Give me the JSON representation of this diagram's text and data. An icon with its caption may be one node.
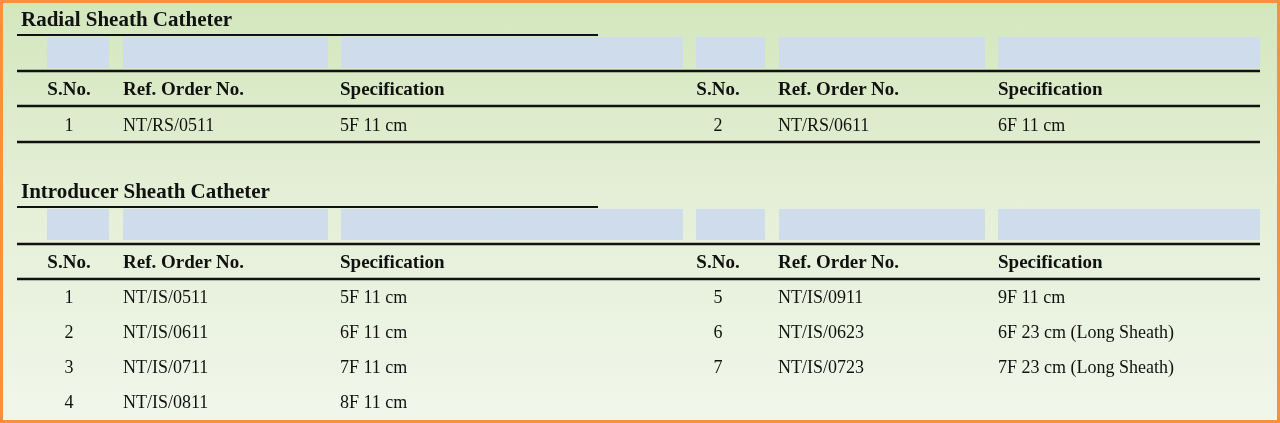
{
  "diagram": {
    "labels": [
      "Radial Sheath Catheter",
      "S.No.",
      "Ref. Order No.",
      "Specification",
      "S.No.",
      "Ref. Order No.",
      "Specification",
      "1",
      "NT/RS/0511",
      "5F 11 cm",
      "2",
      "NT/RS/0611",
      "6F 11 cm",
      "Introducer Sheath Catheter",
      "S.No.",
      "Ref. Order No.",
      "Specification",
      "S.No.",
      "Ref. Order No.",
      "Specification",
      "1",
      "NT/IS/0511",
      "5F 11 cm",
      "5",
      "NT/IS/0911",
      "9F 11 cm",
      "2",
      "NT/IS/0611",
      "6F 11 cm",
      "6",
      "NT/IS/0623",
      "6F 23 cm (Long Sheath)",
      "3",
      "NT/IS/0711",
      "7F 11 cm",
      "7",
      "NT/IS/0723",
      "7F 23 cm (Long Sheath)",
      "4",
      "NT/IS/0811",
      "8F 11 cm"
    ]
  }
}
